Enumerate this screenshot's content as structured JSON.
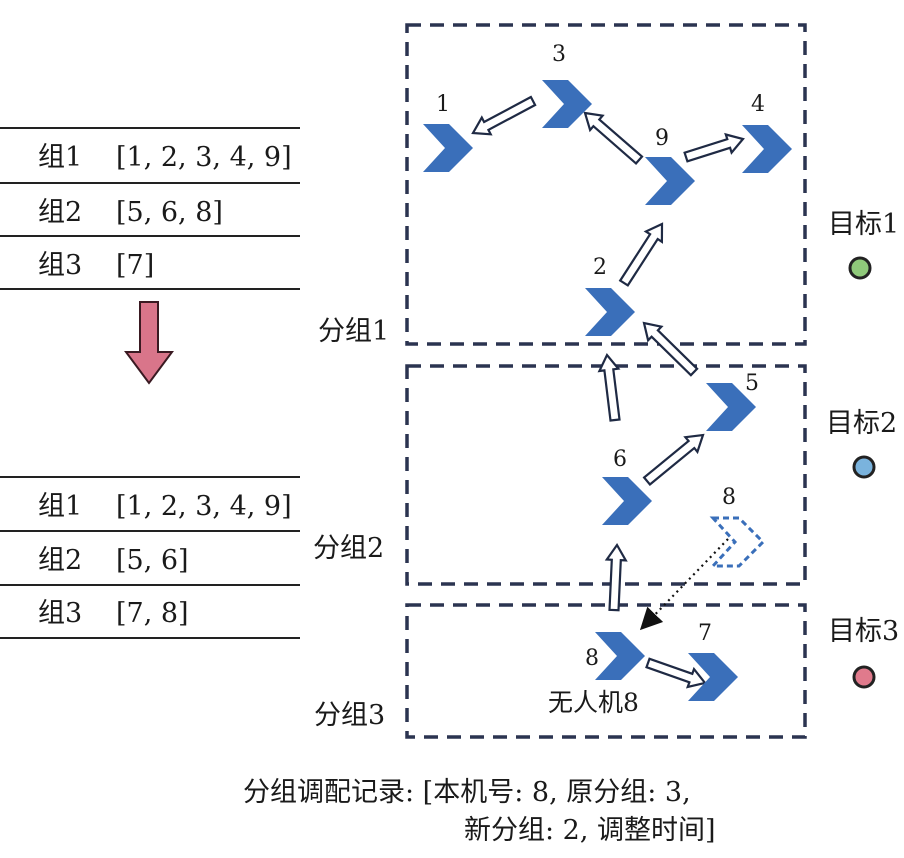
{
  "tables": {
    "before": [
      {
        "group": "组1",
        "members": "[1, 2, 3, 4, 9]"
      },
      {
        "group": "组2",
        "members": "[5, 6, 8]"
      },
      {
        "group": "组3",
        "members": "[7]"
      }
    ],
    "after": [
      {
        "group": "组1",
        "members": "[1, 2, 3, 4, 9]"
      },
      {
        "group": "组2",
        "members": "[5, 6]"
      },
      {
        "group": "组3",
        "members": "[7, 8]"
      }
    ]
  },
  "groups": {
    "g1": "分组1",
    "g2": "分组2",
    "g3": "分组3"
  },
  "targets": {
    "t1": "目标1",
    "t2": "目标2",
    "t3": "目标3",
    "t1_color": "#8fc97a",
    "t2_color": "#7ab3dd",
    "t3_color": "#e07a8c"
  },
  "drones": {
    "n1": "1",
    "n2": "2",
    "n3": "3",
    "n4": "4",
    "n5": "5",
    "n6": "6",
    "n7": "7",
    "n8_ghost": "8",
    "n8": "8"
  },
  "drone_caption": "无人机8",
  "record": {
    "line1": "分组调配记录:  [本机号: 8, 原分组: 3,",
    "line2": "新分组: 2, 调整时间]"
  },
  "colors": {
    "drone_blue": "#3a6fba",
    "box_dash": "#2b3450",
    "down_arrow": "#d9758a"
  }
}
